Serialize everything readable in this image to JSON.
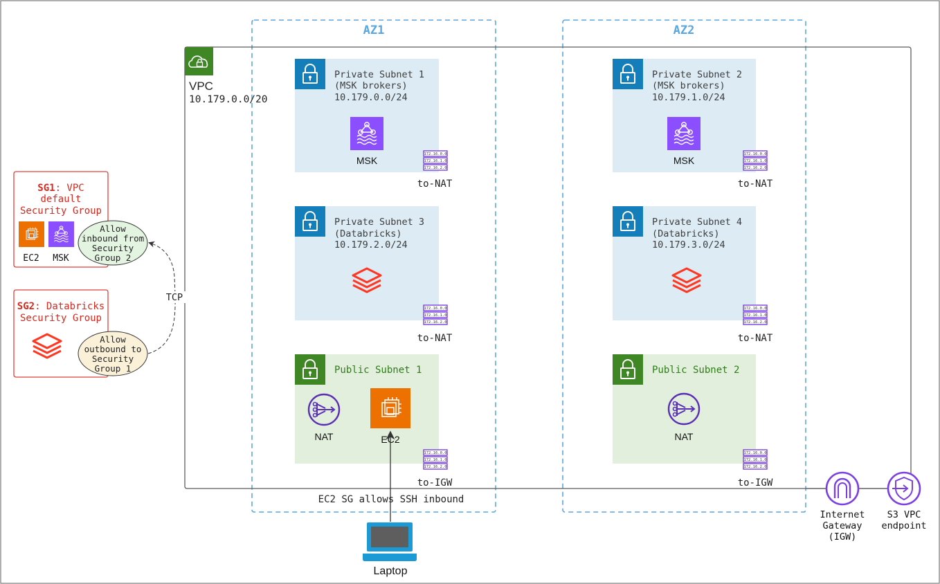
{
  "az": {
    "az1": "AZ1",
    "az2": "AZ2"
  },
  "vpc": {
    "name": "VPC",
    "cidr": "10.179.0.0/20"
  },
  "subnets": {
    "private1": {
      "name": "Private Subnet 1",
      "purpose": "(MSK brokers)",
      "cidr": "10.179.0.0/24",
      "service": "MSK",
      "route": "to-NAT"
    },
    "private2": {
      "name": "Private Subnet 2",
      "purpose": "(MSK brokers)",
      "cidr": "10.179.1.0/24",
      "service": "MSK",
      "route": "to-NAT"
    },
    "private3": {
      "name": "Private Subnet 3",
      "purpose": "(Databricks)",
      "cidr": "10.179.2.0/24",
      "route": "to-NAT"
    },
    "private4": {
      "name": "Private Subnet 4",
      "purpose": "(Databricks)",
      "cidr": "10.179.3.0/24",
      "route": "to-NAT"
    },
    "public1": {
      "name": "Public Subnet 1",
      "nat": "NAT",
      "ec2": "EC2",
      "route": "to-IGW"
    },
    "public2": {
      "name": "Public Subnet 2",
      "nat": "NAT",
      "route": "to-IGW"
    }
  },
  "route_table_entries": [
    "172.16.0.0",
    "172.16.1.0",
    "172.16.2.0"
  ],
  "sg1": {
    "bold": "SG1",
    "line1": ": VPC",
    "line2": "default",
    "line3": "Security Group",
    "ec2": "EC2",
    "msk": "MSK",
    "rule": [
      "Allow",
      "inbound from",
      "Security",
      "Group 2"
    ]
  },
  "sg2": {
    "bold": "SG2",
    "line1": ": Databricks",
    "line2": "Security Group",
    "rule": [
      "Allow",
      "outbound to",
      "Security",
      "Group 1"
    ]
  },
  "connection": {
    "protocol": "TCP"
  },
  "ssh_note": "EC2 SG allows SSH inbound",
  "laptop": "Laptop",
  "igw": [
    "Internet",
    "Gateway",
    "(IGW)"
  ],
  "s3": [
    "S3 VPC",
    "endpoint"
  ],
  "colors": {
    "az_border": "#5aa6e0",
    "private_fill": "#dcebf4",
    "private_icon": "#147eba",
    "public_fill": "#e1efdc",
    "public_icon": "#3f8624",
    "public_text": "#2e7d17",
    "sg_border": "#e0403a",
    "sg_text": "#d42a1f",
    "msk_purple": "#8c4fff",
    "ec2_orange": "#ed7100",
    "aws_purple": "#7b3ee0",
    "databricks_red": "#ff3621",
    "laptop_blue": "#1b9ad6"
  }
}
